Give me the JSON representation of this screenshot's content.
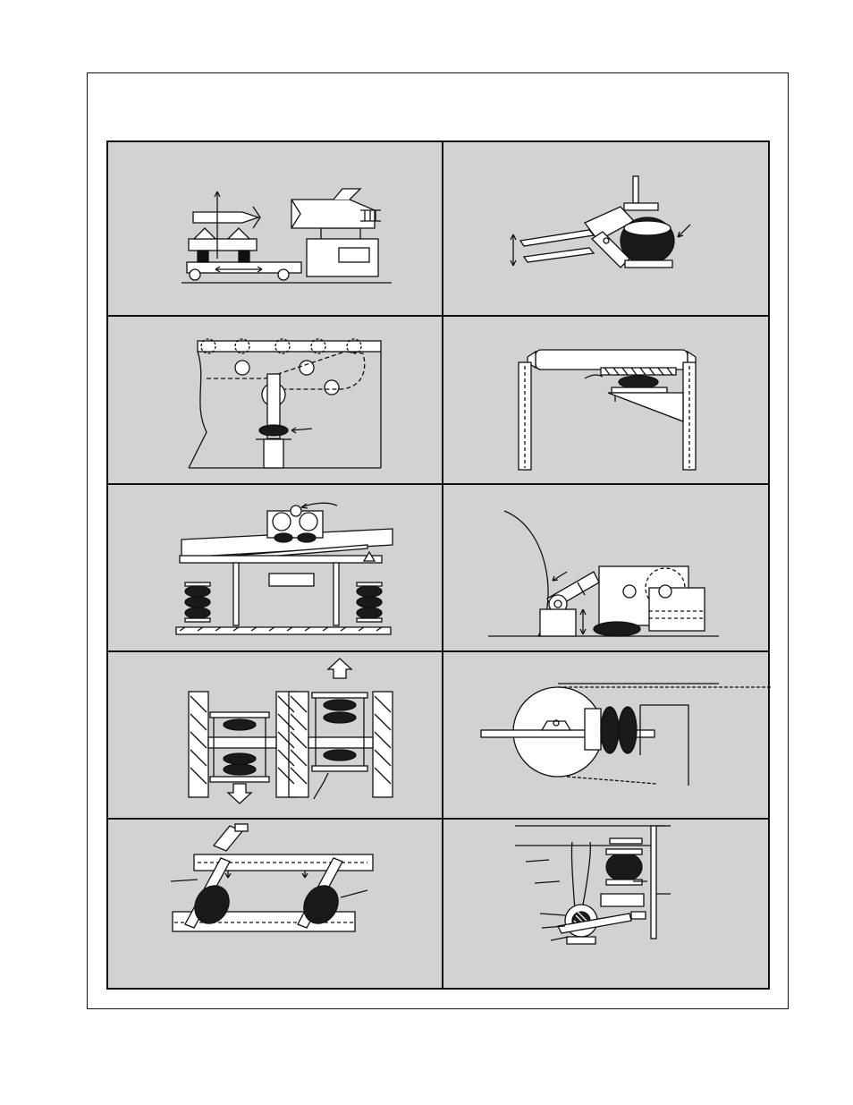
{
  "colors": {
    "panel_background": "#d2d2d2",
    "ink": "#111111",
    "paper": "#ffffff",
    "elastomer": "#1a1a1a"
  },
  "panels": [
    {
      "name": "panel-missile-transfer-cart"
    },
    {
      "name": "panel-clamp-jaw-actuator"
    },
    {
      "name": "panel-chain-conveyor-tensioner"
    },
    {
      "name": "panel-roll-support-stand"
    },
    {
      "name": "panel-vibratory-conveyor-isolators"
    },
    {
      "name": "panel-roll-contact-pivot"
    },
    {
      "name": "panel-dual-column-press"
    },
    {
      "name": "panel-belt-drive-tensioner"
    },
    {
      "name": "panel-parallel-link-lift"
    },
    {
      "name": "panel-bearing-mount-suspension"
    }
  ]
}
